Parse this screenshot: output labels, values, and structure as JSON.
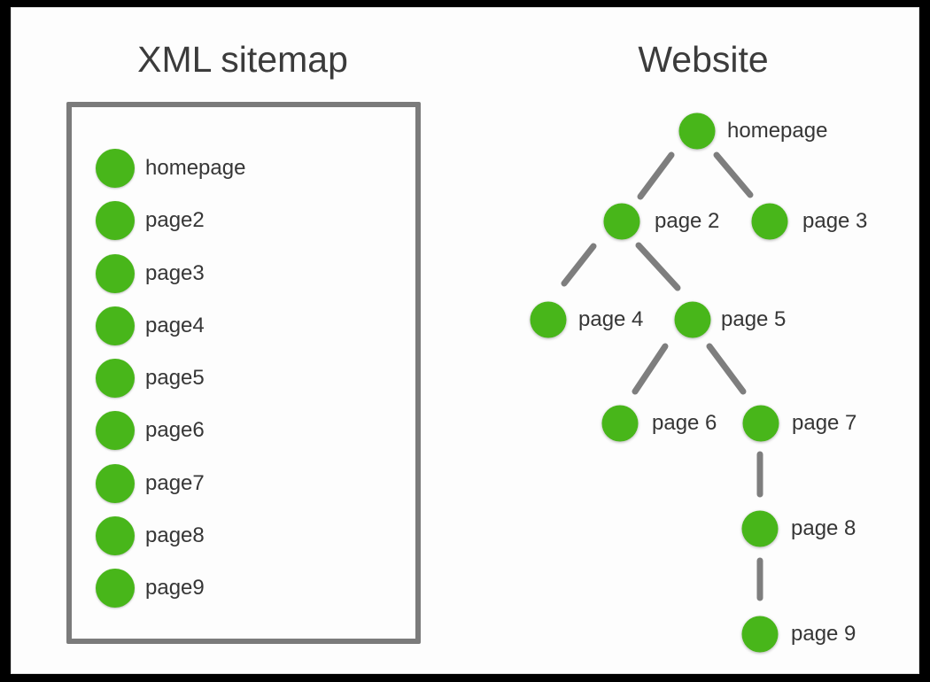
{
  "diagram": {
    "sitemap_panel": {
      "title": "XML sitemap",
      "items": [
        "homepage",
        "page2",
        "page3",
        "page4",
        "page5",
        "page6",
        "page7",
        "page8",
        "page9"
      ]
    },
    "website_panel": {
      "title": "Website",
      "nodes": [
        {
          "label": "homepage"
        },
        {
          "label": "page 2"
        },
        {
          "label": "page 3"
        },
        {
          "label": "page 4"
        },
        {
          "label": "page 5"
        },
        {
          "label": "page 6"
        },
        {
          "label": "page 7"
        },
        {
          "label": "page 8"
        },
        {
          "label": "page 9"
        }
      ],
      "edges": [
        {
          "from": "homepage",
          "to": "page 2"
        },
        {
          "from": "homepage",
          "to": "page 3"
        },
        {
          "from": "page 2",
          "to": "page 4"
        },
        {
          "from": "page 2",
          "to": "page 5"
        },
        {
          "from": "page 5",
          "to": "page 6"
        },
        {
          "from": "page 5",
          "to": "page 7"
        },
        {
          "from": "page 7",
          "to": "page 8"
        },
        {
          "from": "page 8",
          "to": "page 9"
        }
      ]
    },
    "colors": {
      "node_green": "#48b61a",
      "connector_gray": "#7e7e7e",
      "box_border_gray": "#7b7b7b",
      "text": "#363636",
      "frame_black": "#000000",
      "slide_background": "#fdfdfd"
    }
  }
}
